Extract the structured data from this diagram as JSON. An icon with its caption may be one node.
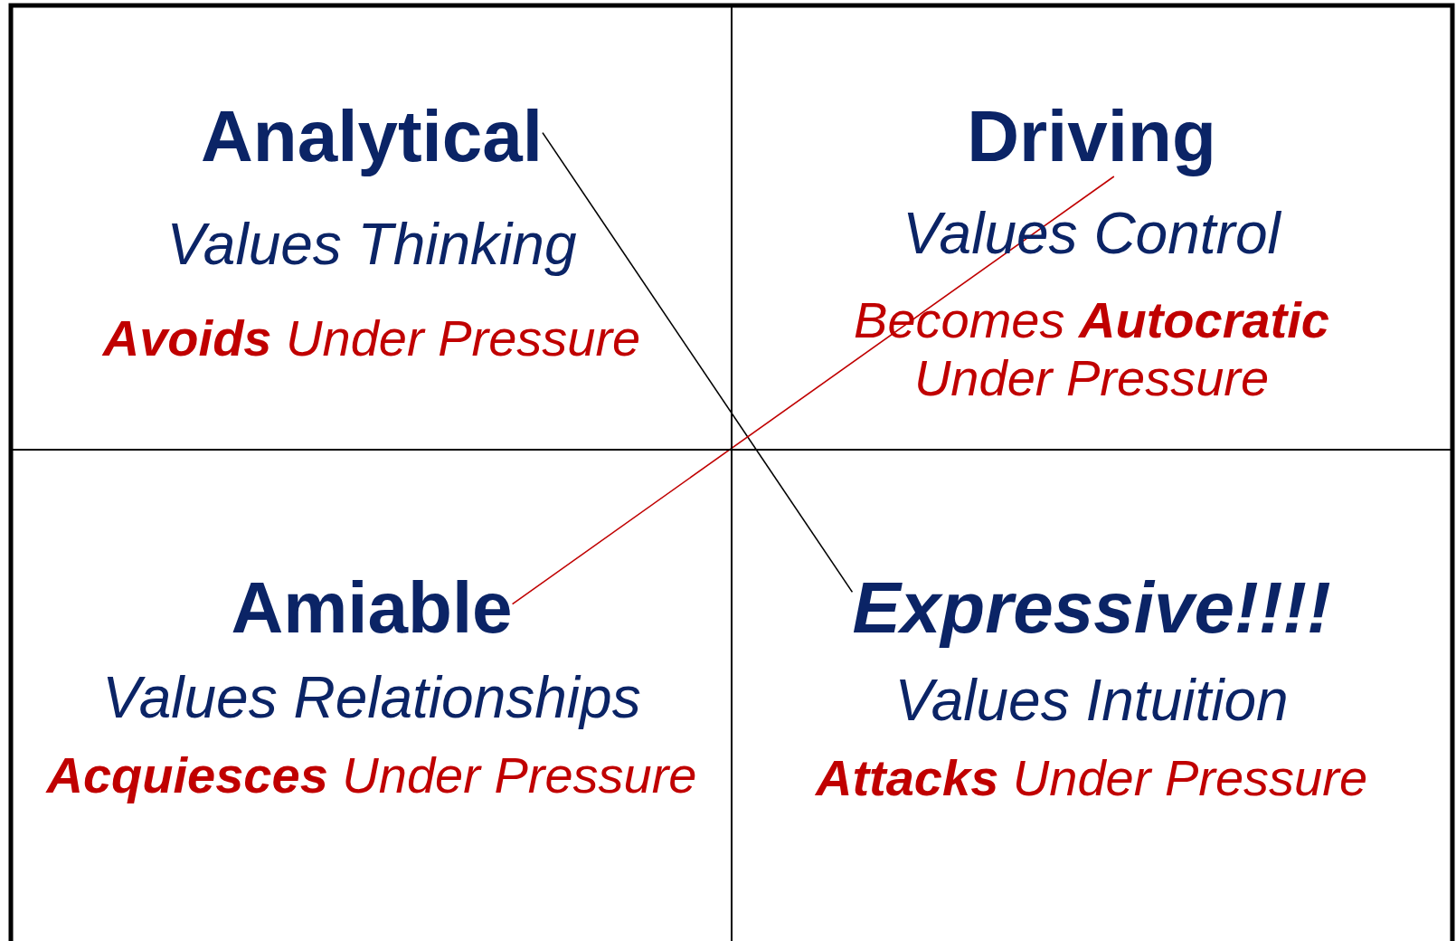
{
  "diagram": {
    "nodes": [
      {
        "text": [
          "Values Thinking",
          "**Avoids** Under Pressure"
        ]
      },
      {
        "text": [
          "Analytical"
        ],
        "in": 0
      },
      {
        "text": [
          "Values Control",
          "Becomes **Autocratic** Under Pressure"
        ]
      },
      {
        "text": [
          "Driving"
        ],
        "in": 2
      },
      {
        "text": [
          "Values Relationships",
          "**Acquiesces** Under Pressure"
        ]
      },
      {
        "text": [
          "Amiable"
        ],
        "in": 4
      },
      {
        "text": [
          "Values Intuition",
          "**Attacks** Under Pressure"
        ]
      },
      {
        "text": [
          "Expressive!!!!"
        ],
        "in": 6
      }
    ],
    "edges": [
      {
        "from": 1,
        "to": 7,
        "arrow": "none"
      },
      {
        "from": 5,
        "to": 3,
        "arrow": "none",
        "color": "#c00000"
      }
    ]
  }
}
